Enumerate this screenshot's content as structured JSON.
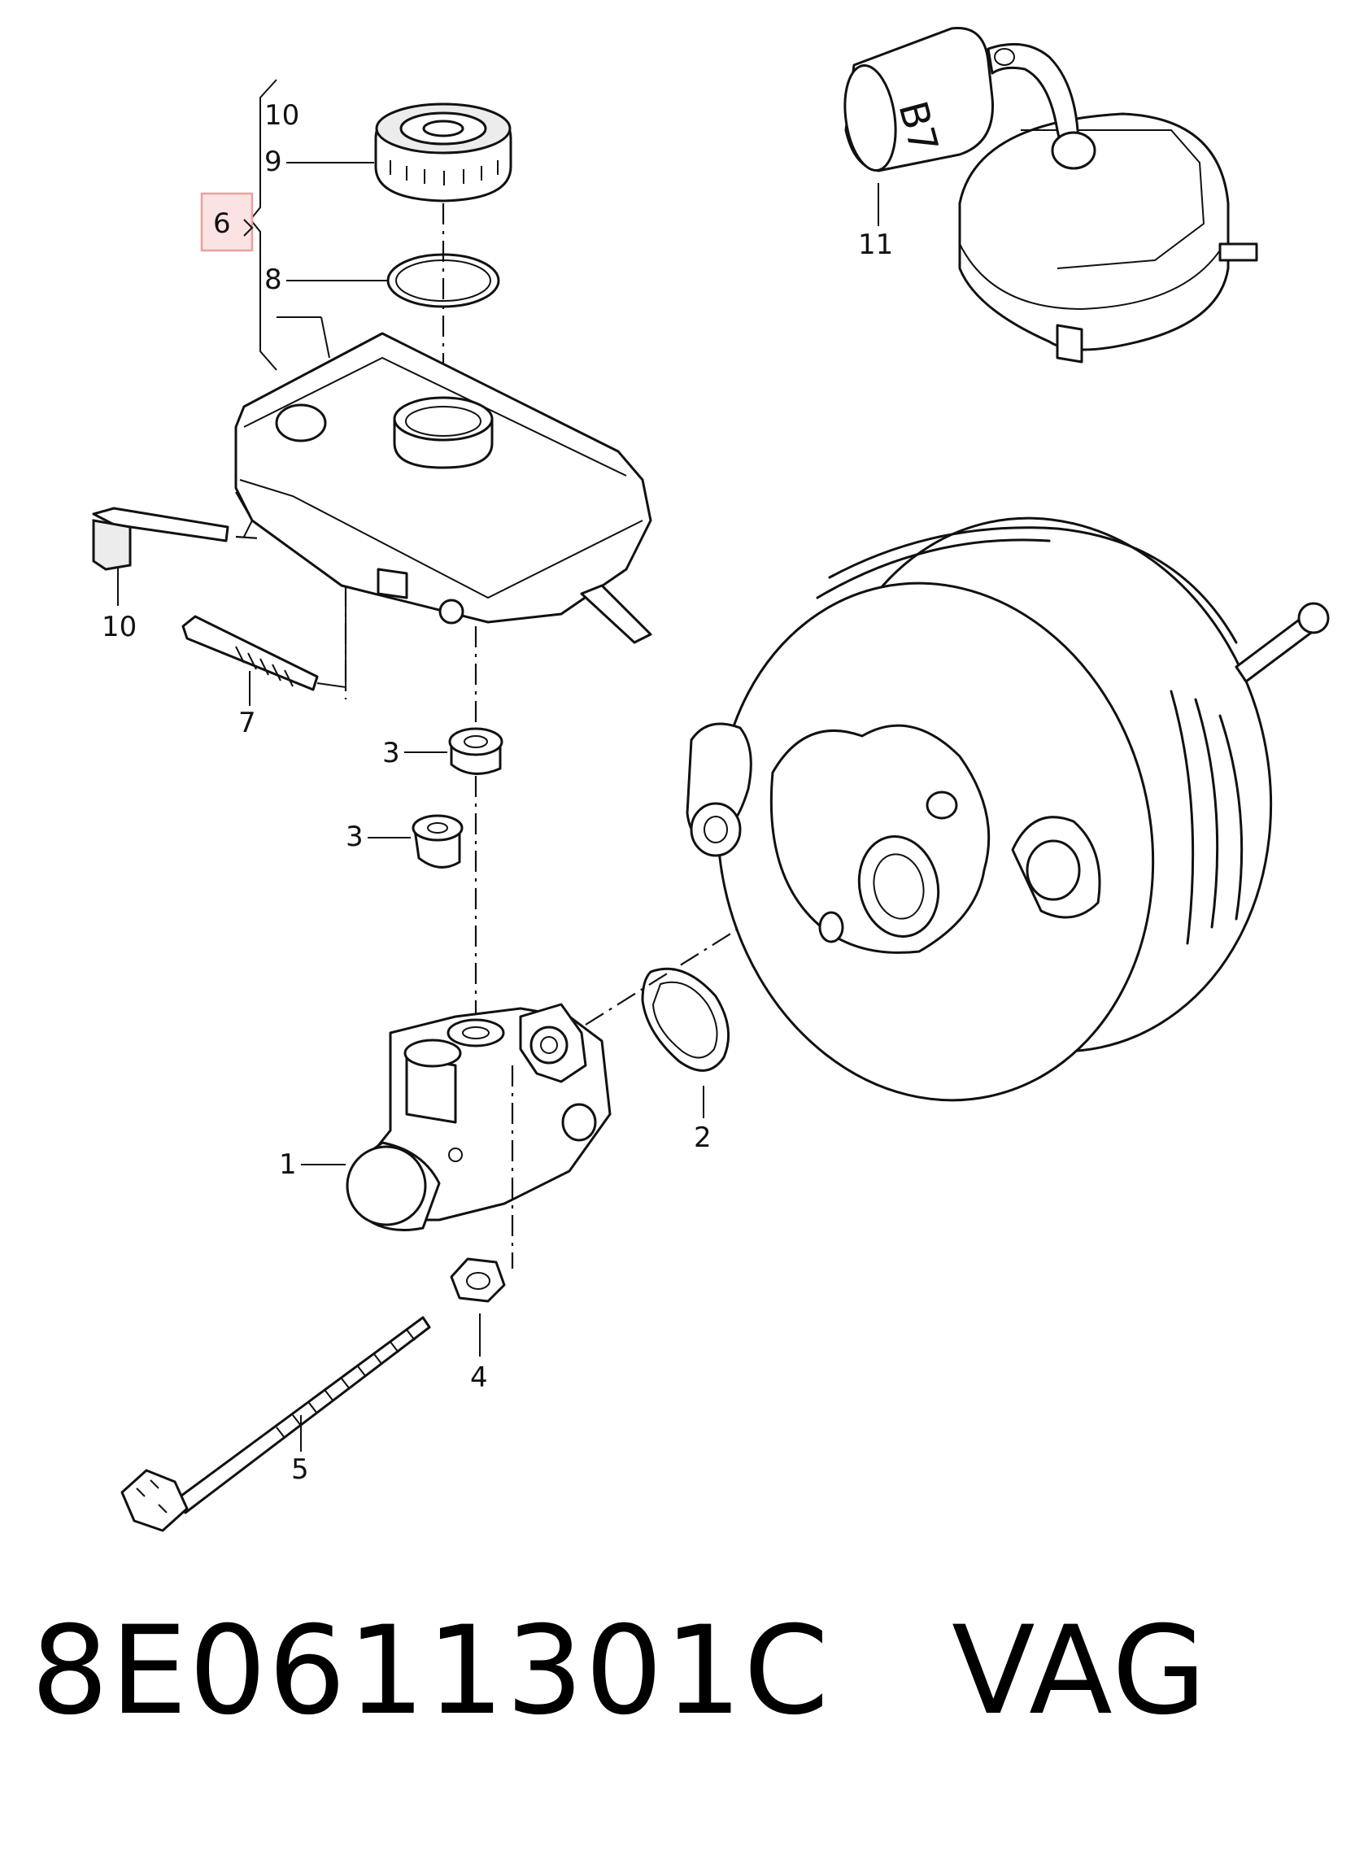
{
  "callouts": {
    "group": "6",
    "top_bracket": "10",
    "cap": "9",
    "seal": "8",
    "sensor": "10",
    "pin": "7",
    "grommet_a": "3",
    "grommet_b": "3",
    "master_cylinder": "1",
    "gasket": "2",
    "nut": "4",
    "bolt": "5",
    "vacuum_sensor": "11"
  },
  "sensor_marking": "B7",
  "caption": {
    "part_number": "8E0611301C",
    "brand": "VAG"
  },
  "colors": {
    "highlight_box": "#e8a0a0",
    "highlight_fill": "#fbe3e3",
    "line": "#111111"
  }
}
